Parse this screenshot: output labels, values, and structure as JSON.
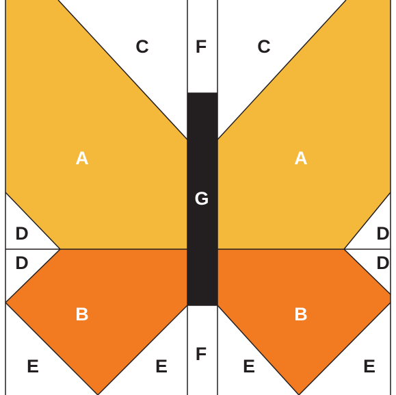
{
  "colors": {
    "wing_upper": "#f4b83a",
    "wing_lower": "#f27b22",
    "body": "#231f20",
    "background": "#ffffff",
    "outline": "#231f20"
  },
  "labels": {
    "upper_wing_left": "A",
    "upper_wing_right": "A",
    "lower_wing_left": "B",
    "lower_wing_right": "B",
    "top_corner_left": "C",
    "top_corner_right": "C",
    "mid_corner_upper_left": "D",
    "mid_corner_lower_left": "D",
    "mid_corner_upper_right": "D",
    "mid_corner_lower_right": "D",
    "bottom_corner_left_outer": "E",
    "bottom_corner_left_inner": "E",
    "bottom_corner_right_inner": "E",
    "bottom_corner_right_outer": "E",
    "center_strip_top": "F",
    "center_strip_bottom": "F",
    "body": "G"
  }
}
